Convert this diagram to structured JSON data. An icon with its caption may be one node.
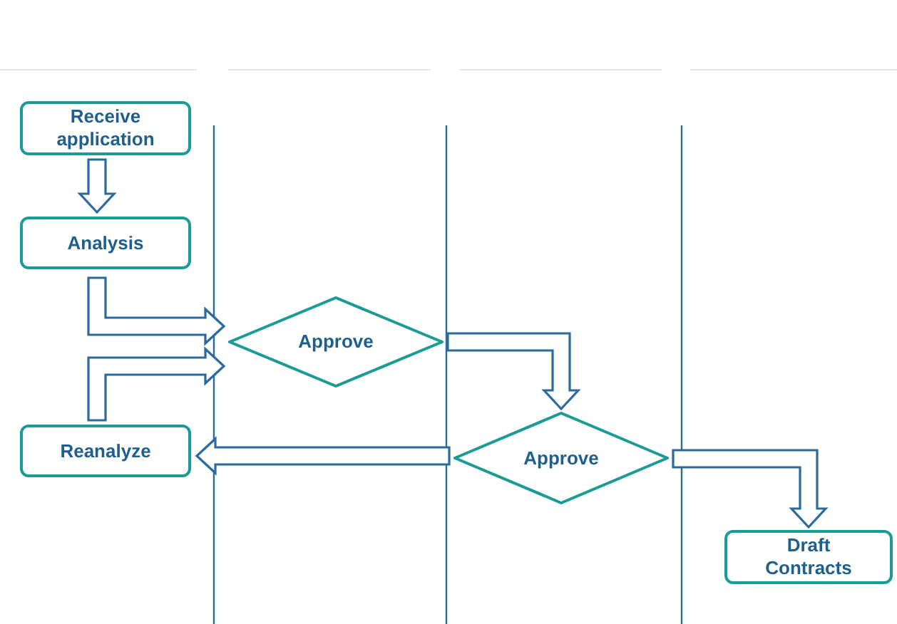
{
  "diagram": {
    "nodes": [
      {
        "text": [
          "Receive application"
        ]
      },
      {
        "text": [
          "Analysis"
        ]
      },
      {
        "text": [
          "Reanalyze"
        ]
      },
      {
        "text": [
          "Approve"
        ]
      },
      {
        "text": [
          "Approve"
        ]
      },
      {
        "text": [
          "Draft Contracts"
        ]
      }
    ],
    "edges": [
      {
        "from": 0,
        "to": 1,
        "arrow": "to"
      },
      {
        "from": 1,
        "to": 3,
        "arrow": "to"
      },
      {
        "from": 2,
        "to": 3,
        "arrow": "to"
      },
      {
        "from": 3,
        "to": 4,
        "arrow": "to"
      },
      {
        "from": 4,
        "to": 2,
        "arrow": "to"
      },
      {
        "from": 4,
        "to": 5,
        "arrow": "to"
      }
    ]
  }
}
